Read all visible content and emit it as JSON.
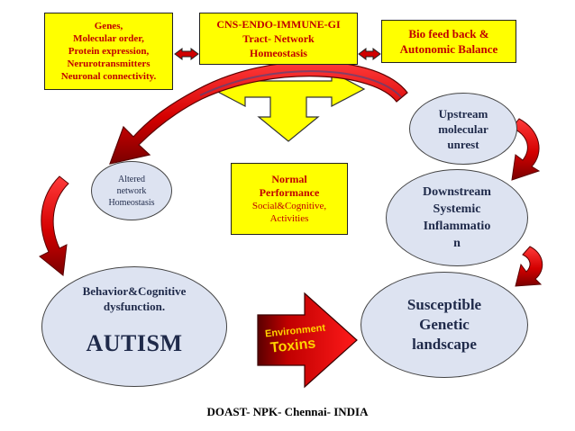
{
  "boxes": {
    "genes": "Genes,\nMolecular order,\nProtein expression,\nNerurotransmitters\nNeuronal connectivity.",
    "cns": "CNS-ENDO-IMMUNE-GI\nTract- Network\nHomeostasis",
    "biofeedback": "Bio feed back &\nAutonomic Balance",
    "normal_title": "Normal\nPerformance",
    "normal_sub": "Social&Cognitive,\nActivities"
  },
  "ellipses": {
    "altered": "Altered\nnetwork\nHomeostasis",
    "upstream": "Upstream\nmolecular\nunrest",
    "downstream": "Downstream\nSystemic\nInflammatio\nn",
    "behavior": "Behavior&Cognitive\ndysfunction.",
    "autism": "AUTISM",
    "susceptible": "Susceptible\nGenetic\nlandscape"
  },
  "arrow_labels": {
    "environment": "Environment",
    "toxins": "Toxins"
  },
  "footer": "DOAST- NPK- Chennai- INDIA",
  "colors": {
    "box_fill": "#ffff00",
    "box_text": "#c00000",
    "arrow_red": "#e00000",
    "arrow_dark_red": "#8b0000",
    "ellipse_fill": "#dde3f1",
    "ellipse_text": "#1f2a4a",
    "toxin_text": "#ffd400"
  }
}
